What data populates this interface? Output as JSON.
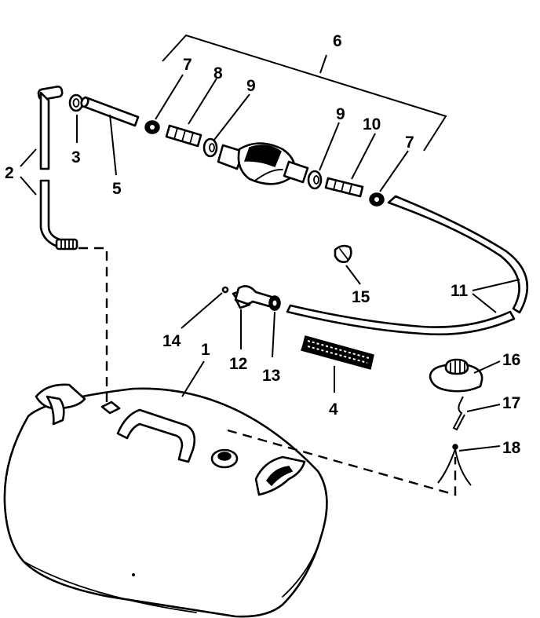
{
  "callouts": {
    "n1": "1",
    "n2": "2",
    "n3": "3",
    "n4": "4",
    "n5": "5",
    "n6": "6",
    "n7a": "7",
    "n7b": "7",
    "n8": "8",
    "n9a": "9",
    "n9b": "9",
    "n10": "10",
    "n11": "11",
    "n12": "12",
    "n13": "13",
    "n14": "14",
    "n15": "15",
    "n16": "16",
    "n17": "17",
    "n18": "18"
  },
  "colors": {
    "line": "#000000",
    "background": "#ffffff"
  }
}
